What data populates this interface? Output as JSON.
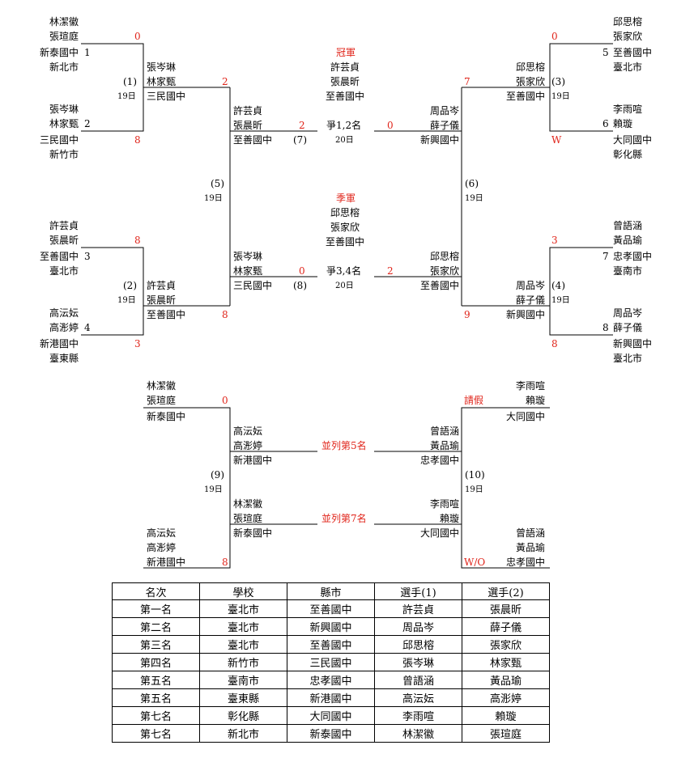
{
  "labels": {
    "champion": "冠軍",
    "third": "季軍",
    "final_round": "爭1,2名",
    "third_round": "爭3,4名",
    "tie5": "並列第5名",
    "tie7": "並列第7名",
    "day19": "19日",
    "day20": "20日"
  },
  "bracket": {
    "p1": {
      "a": "林潔徽",
      "b": "張瑄庭",
      "school": "新泰國中",
      "city": "新北市",
      "seed": "1",
      "score": "0"
    },
    "p2": {
      "a": "張岑琳",
      "b": "林家甄",
      "school": "三民國中",
      "city": "新竹市",
      "seed": "2",
      "score": "8"
    },
    "p3": {
      "a": "許芸貞",
      "b": "張晨昕",
      "school": "至善國中",
      "city": "臺北市",
      "seed": "3",
      "score": "8"
    },
    "p4": {
      "a": "高沄妘",
      "b": "高浵婷",
      "school": "新港國中",
      "city": "臺東縣",
      "seed": "4",
      "score": "3"
    },
    "p5": {
      "a": "邱思榕",
      "b": "張家欣",
      "school": "至善國中",
      "city": "臺北市",
      "seed": "5",
      "score": "0"
    },
    "p6": {
      "a": "李雨喧",
      "b": "賴璇",
      "school": "大同國中",
      "city": "彰化縣",
      "seed": "6",
      "score": "W"
    },
    "p7": {
      "a": "曾語涵",
      "b": "黃品瑜",
      "school": "忠孝國中",
      "city": "臺南市",
      "seed": "7",
      "score": "3"
    },
    "p8": {
      "a": "周品岑",
      "b": "薛子儀",
      "school": "新興國中",
      "city": "臺北市",
      "seed": "8",
      "score": "8"
    },
    "m1": {
      "no": "(1)",
      "day": "19日",
      "a": "張岑琳",
      "b": "林家甄",
      "school": "三民國中",
      "score": "2"
    },
    "m2": {
      "no": "(2)",
      "day": "19日",
      "a": "許芸貞",
      "b": "張晨昕",
      "school": "至善國中",
      "score": "8"
    },
    "m3": {
      "no": "(3)",
      "day": "19日",
      "a": "邱思榕",
      "b": "張家欣",
      "school": "至善國中",
      "score": "7"
    },
    "m4": {
      "no": "(4)",
      "day": "19日",
      "a": "周品岑",
      "b": "薛子儀",
      "school": "新興國中",
      "score": "9"
    },
    "m5": {
      "no": "(5)",
      "day": "19日",
      "a": "許芸貞",
      "b": "張晨昕",
      "school": "至善國中",
      "score": "2"
    },
    "m8": {
      "no": "(8)",
      "day": "20日",
      "a": "張岑琳",
      "b": "林家甄",
      "school": "三民國中",
      "score": "0"
    },
    "m6": {
      "no": "(6)",
      "day": "19日",
      "a": "周品岑",
      "b": "薛子儀",
      "school": "新興國中",
      "score": "0"
    },
    "m8r": {
      "a": "邱思榕",
      "b": "張家欣",
      "school": "至善國中",
      "score": "2"
    },
    "m7": {
      "no": "(7)",
      "day": "20日"
    },
    "champion": {
      "a": "許芸貞",
      "b": "張晨昕",
      "school": "至善國中"
    },
    "third": {
      "a": "邱思榕",
      "b": "張家欣",
      "school": "至善國中"
    },
    "c1": {
      "a": "林潔徽",
      "b": "張瑄庭",
      "school": "新泰國中",
      "score": "0"
    },
    "c2": {
      "a": "高沄妘",
      "b": "高浵婷",
      "school": "新港國中",
      "score": "8"
    },
    "c3": {
      "a": "李雨喧",
      "b": "賴璇",
      "school": "大同國中",
      "score": "請假"
    },
    "c4": {
      "a": "曾語涵",
      "b": "黃品瑜",
      "school": "忠孝國中",
      "score": "W/O"
    },
    "m9": {
      "no": "(9)",
      "day": "19日",
      "a": "高沄妘",
      "b": "高浵婷",
      "school": "新港國中",
      "a2": "林潔徽",
      "b2": "張瑄庭",
      "school2": "新泰國中"
    },
    "m10": {
      "no": "(10)",
      "day": "19日",
      "a": "曾語涵",
      "b": "黃品瑜",
      "school": "忠孝國中",
      "a2": "李雨喧",
      "b2": "賴璇",
      "school2": "大同國中"
    }
  },
  "results": {
    "headers": [
      "名次",
      "學校",
      "縣市",
      "選手(1)",
      "選手(2)"
    ],
    "rows": [
      [
        "第一名",
        "臺北市",
        "至善國中",
        "許芸貞",
        "張晨昕"
      ],
      [
        "第二名",
        "臺北市",
        "新興國中",
        "周品岑",
        "薛子儀"
      ],
      [
        "第三名",
        "臺北市",
        "至善國中",
        "邱思榕",
        "張家欣"
      ],
      [
        "第四名",
        "新竹市",
        "三民國中",
        "張岑琳",
        "林家甄"
      ],
      [
        "第五名",
        "臺南市",
        "忠孝國中",
        "曾語涵",
        "黃品瑜"
      ],
      [
        "第五名",
        "臺東縣",
        "新港國中",
        "高沄妘",
        "高浵婷"
      ],
      [
        "第七名",
        "彰化縣",
        "大同國中",
        "李雨喧",
        "賴璇"
      ],
      [
        "第七名",
        "新北市",
        "新泰國中",
        "林潔徽",
        "張瑄庭"
      ]
    ]
  }
}
